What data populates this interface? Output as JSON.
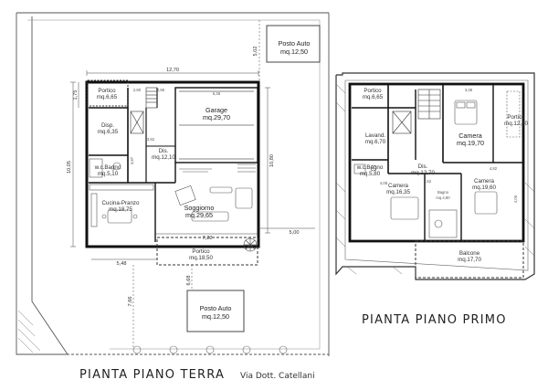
{
  "titles": {
    "ground": "PIANTA PIANO TERRA",
    "upper": "PIANTA PIANO PRIMO",
    "street": "Via Dott. Catellani"
  },
  "ground_floor": {
    "rooms": {
      "portico_front": {
        "name": "Portico",
        "area": "mq.6,65"
      },
      "garage": {
        "name": "Garage",
        "area": "mq.29,70"
      },
      "disp": {
        "name": "Disp.",
        "area": "mq.6,35"
      },
      "dis": {
        "name": "Dis.",
        "area": "mq.12,10"
      },
      "bagno": {
        "name": "w.c.Bagno",
        "area": "mq.5,10"
      },
      "cucina": {
        "name": "Cucina-Pranzo",
        "area": "mq.18,75"
      },
      "soggiorno": {
        "name": "Soggiorno",
        "area": "mq.29,65"
      },
      "portico_back": {
        "name": "Portico",
        "area": "mq.18,50"
      },
      "posto_auto_top": {
        "name": "Posto Auto",
        "area": "mq.12,50"
      },
      "posto_auto_bottom": {
        "name": "Posto Auto",
        "area": "mq.12,50"
      }
    },
    "dimensions": {
      "width_top": "12,70",
      "depth_left": "10,05",
      "depth_right": "10,80",
      "front_offset": "5,02",
      "portico_depth": "1,75",
      "back_width": "7,22",
      "side_offset": "5,00",
      "lower_left": "5,48",
      "lot_left": "7,66",
      "lot_mid": "6,68",
      "garage_w": "5,48",
      "dis_h": "3,92",
      "bath_w": "3,87",
      "inner_a": "2,86",
      "inner_b": "2,80"
    }
  },
  "first_floor": {
    "rooms": {
      "portico": {
        "name": "Portico",
        "area": "mq.6,65"
      },
      "lavanderia": {
        "name": "Lavand.",
        "area": "mq.6,70"
      },
      "camera_top": {
        "name": "Camera",
        "area": "mq.19,70"
      },
      "portico_side": {
        "name": "Portico",
        "area": "mq.12,40"
      },
      "bagno": {
        "name": "w.c.Bagno",
        "area": "mq.5,80"
      },
      "dis": {
        "name": "Dis.",
        "area": "mq.12,70"
      },
      "camera_left": {
        "name": "Camera",
        "area": "mq.16,35"
      },
      "bagno_small": {
        "name": "Bagno",
        "area": "mq.4,80"
      },
      "camera_right": {
        "name": "Camera",
        "area": "mq.19,60"
      },
      "balcone": {
        "name": "Balcone",
        "area": "mq.17,70"
      }
    },
    "dimensions": {
      "a": "3,48",
      "b": "4,82",
      "c": "4,08",
      "d": "3,62",
      "e": "4,06"
    }
  }
}
